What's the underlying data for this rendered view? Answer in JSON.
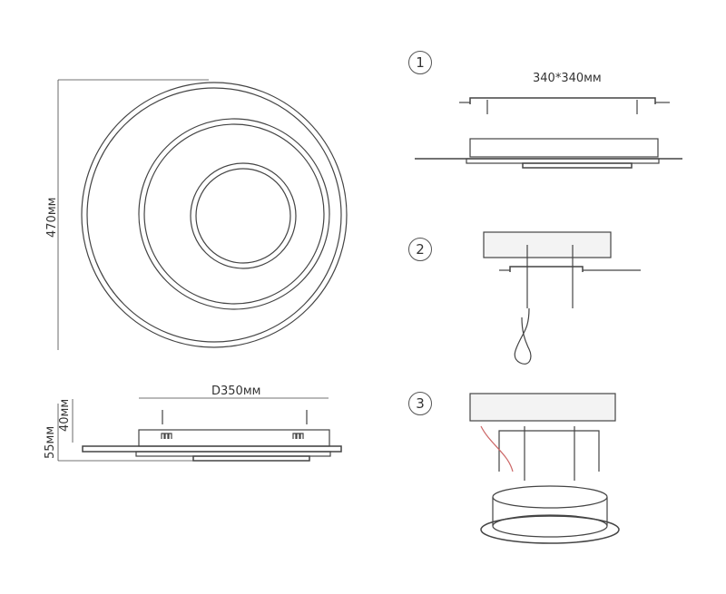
{
  "top_view": {
    "height_label": "470мм"
  },
  "side_view": {
    "diameter_label": "D350мм",
    "body_height_label": "40мм",
    "total_height_label": "55мм"
  },
  "steps": [
    {
      "number": "1",
      "dimension_label": "340*340мм"
    },
    {
      "number": "2"
    },
    {
      "number": "3"
    }
  ]
}
